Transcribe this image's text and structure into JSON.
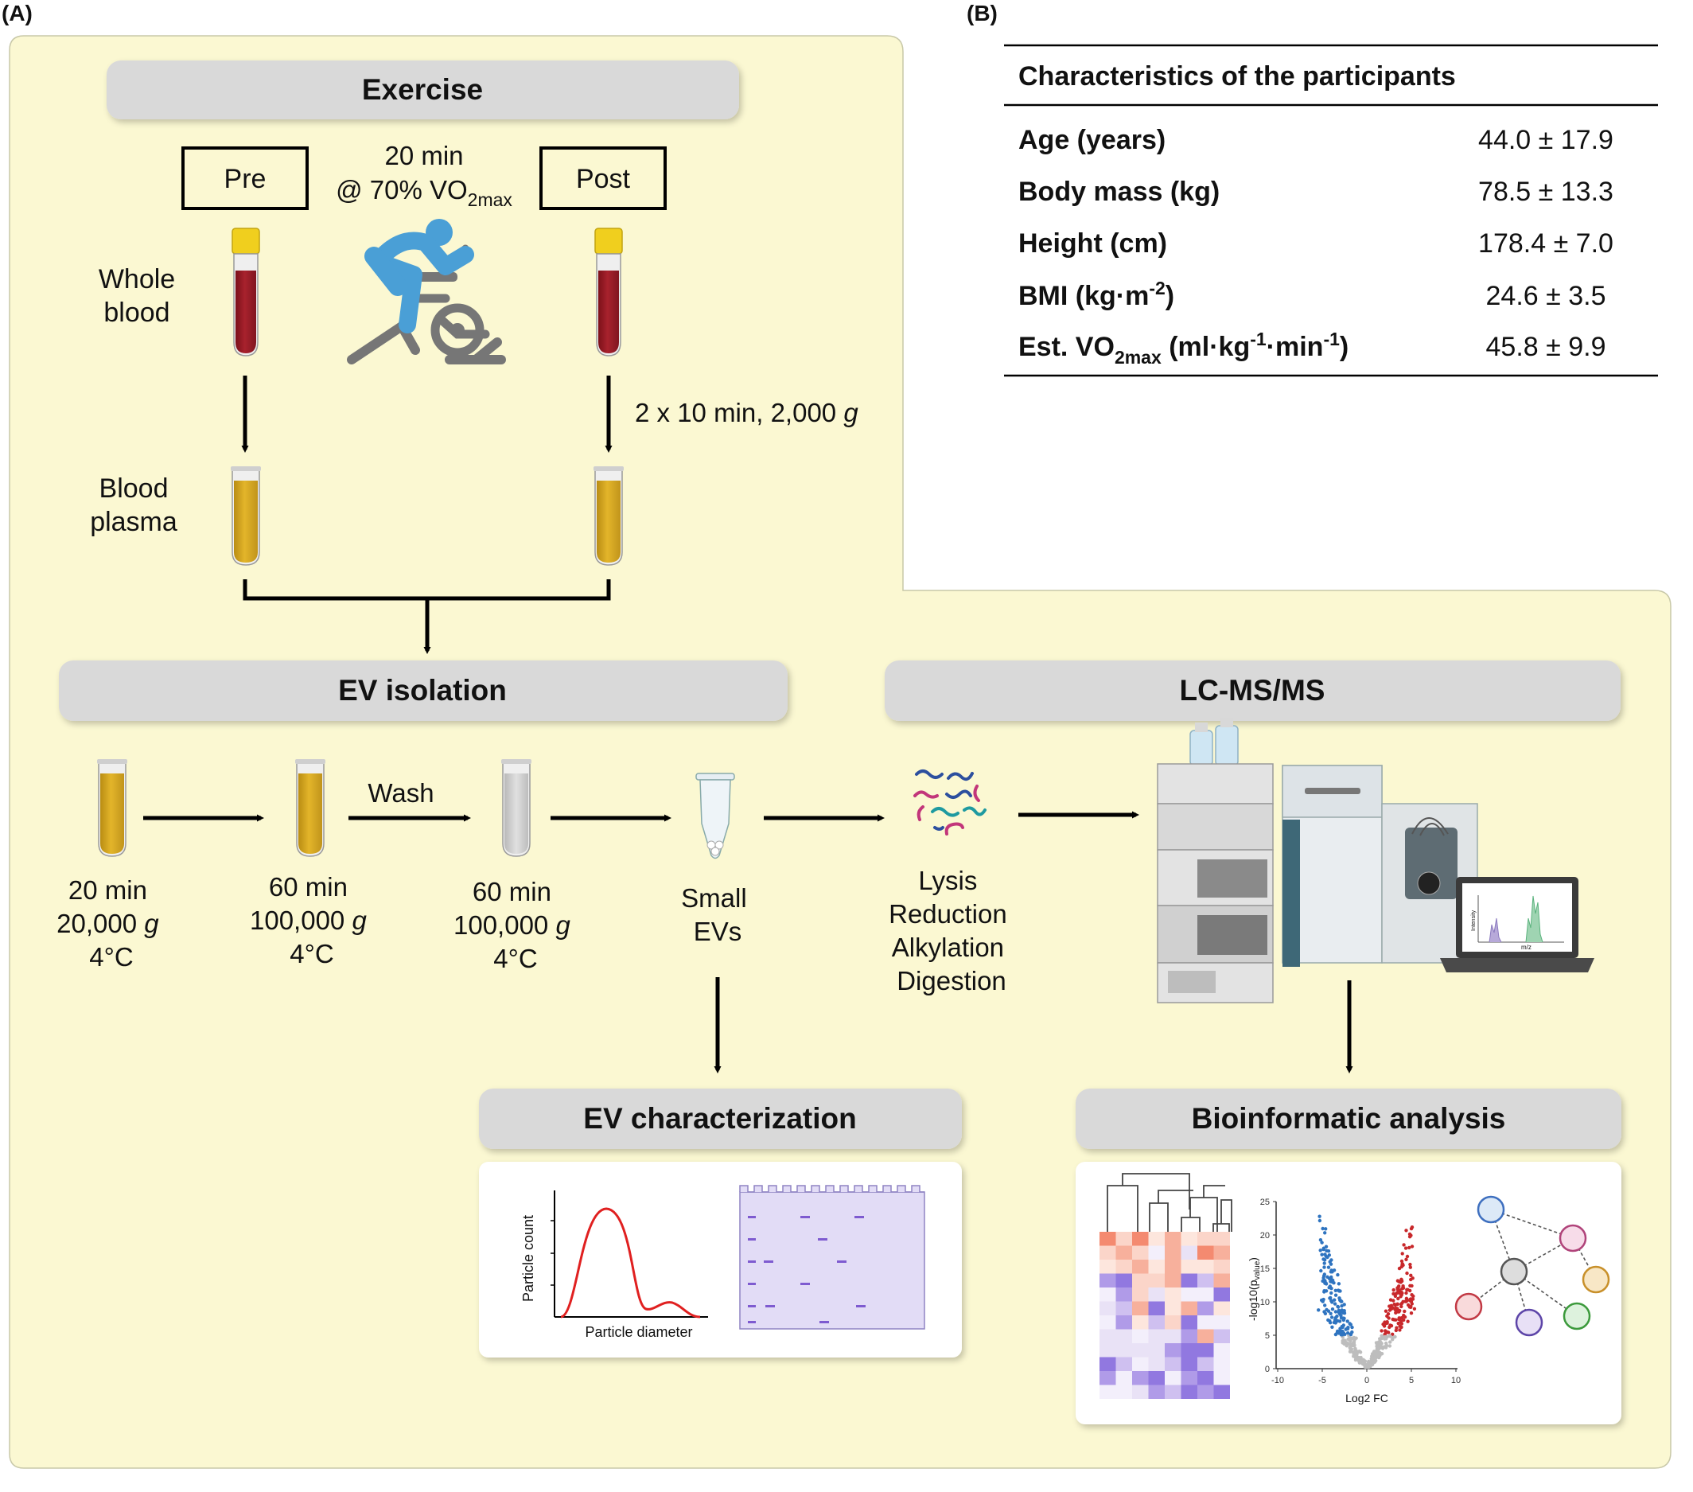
{
  "panel_a_label": "(A)",
  "panel_b_label": "(B)",
  "exercise": {
    "header": "Exercise",
    "pre_label": "Pre",
    "post_label": "Post",
    "protocol_line1": "20 min",
    "protocol_line2_prefix": "@ 70% VO",
    "protocol_line2_sub": "2max",
    "whole_blood": [
      "Whole",
      "blood"
    ],
    "blood_plasma": [
      "Blood",
      "plasma"
    ],
    "centrifuge_prefix": "2 x 10 min, 2,000 ",
    "centrifuge_g": "g"
  },
  "ev_isolation": {
    "header": "EV isolation",
    "wash_label": "Wash",
    "steps": [
      {
        "time": "20 min",
        "speed": "20,000 ",
        "g": "g",
        "temp": "4°C"
      },
      {
        "time": "60 min",
        "speed": "100,000 ",
        "g": "g",
        "temp": "4°C"
      },
      {
        "time": "60 min",
        "speed": "100,000 ",
        "g": "g",
        "temp": "4°C"
      }
    ],
    "small_evs": [
      "Small",
      "EVs"
    ]
  },
  "lcms": {
    "header": "LC-MS/MS",
    "prep_steps": [
      "Lysis",
      "Reduction",
      "Alkylation",
      "Digestion"
    ],
    "spectrum_ylabel": "Intensity",
    "spectrum_xlabel": "m/z"
  },
  "ev_characterization": {
    "header": "EV characterization",
    "plot_ylabel": "Particle count",
    "plot_xlabel": "Particle diameter"
  },
  "bioinformatics": {
    "header": "Bioinformatic analysis",
    "volcano_ylabel_prefix": "-log10(p",
    "volcano_ylabel_sub": "value",
    "volcano_ylabel_suffix": ")",
    "volcano_xlabel": "Log2 FC",
    "volcano_xticks": [
      "-10",
      "-5",
      "0",
      "5",
      "10"
    ],
    "volcano_yticks": [
      "0",
      "5",
      "10",
      "15",
      "20",
      "25"
    ]
  },
  "table": {
    "title": "Characteristics of the participants",
    "rows": [
      {
        "label": "Age (years)",
        "value": "44.0 ± 17.9"
      },
      {
        "label": "Body mass (kg)",
        "value": "78.5 ± 13.3"
      },
      {
        "label": "Height (cm)",
        "value": "178.4 ± 7.0"
      },
      {
        "label_parts": [
          "BMI (kg·m",
          "-2",
          ")"
        ],
        "value": "24.6 ± 3.5"
      },
      {
        "label_parts": [
          "Est. VO",
          "2max",
          " (ml·kg",
          "-1",
          "·min",
          "-1",
          ")"
        ],
        "value": "45.8 ± 9.9"
      }
    ]
  },
  "colors": {
    "panel_fill": "#fbf8d2",
    "header_fill": "#d9d9d9",
    "plasma": "#d8a822",
    "blood": "#9c1c28",
    "cap": "#f0cf1e",
    "cyclist": "#4a9fd6",
    "up_red": "#c8282b",
    "down_blue": "#2f74c0"
  },
  "icons": [
    "bicycle-rider-icon",
    "blood-tube-icon",
    "plasma-tube-icon",
    "microtube-icon",
    "peptide-icon",
    "lc-ms-instrument-icon",
    "laptop-icon",
    "heatmap-icon",
    "volcano-plot-icon",
    "network-icon",
    "gel-icon"
  ]
}
